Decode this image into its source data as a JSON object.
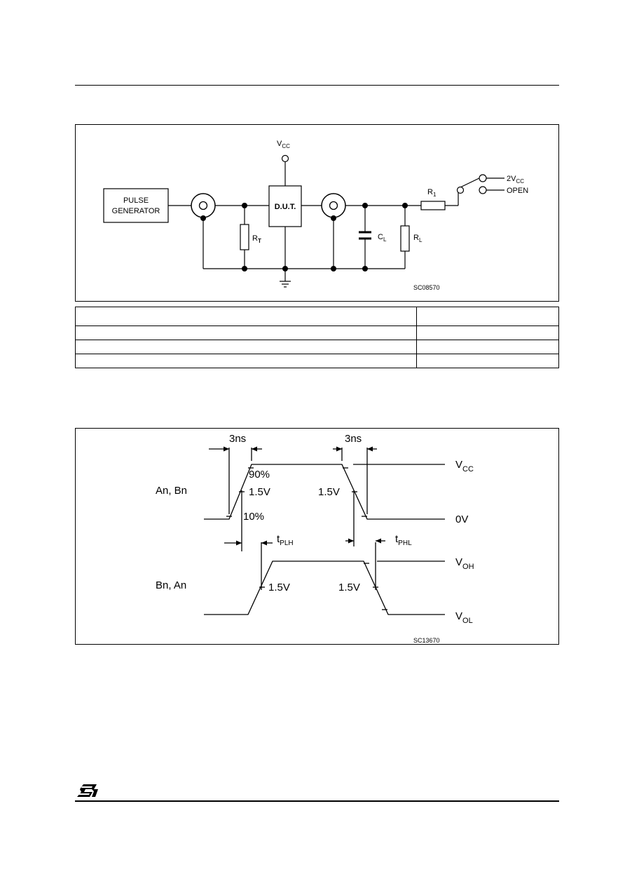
{
  "circuit": {
    "pulse_generator": [
      "PULSE",
      "GENERATOR"
    ],
    "dut": "D.U.T.",
    "vcc": {
      "main": "V",
      "sub": "CC"
    },
    "rt": {
      "main": "R",
      "sub": "T"
    },
    "cl": {
      "main": "C",
      "sub": "L"
    },
    "rl": {
      "main": "R",
      "sub": "L"
    },
    "r1": {
      "main": "R",
      "sub": "1"
    },
    "switch_2vcc": {
      "main": "2V",
      "sub": "CC"
    },
    "switch_open": "OPEN",
    "figure_code": "SC08570"
  },
  "conditions_table": {
    "rows": [
      [
        "",
        ""
      ],
      [
        "",
        ""
      ],
      [
        "",
        ""
      ],
      [
        "",
        ""
      ]
    ]
  },
  "waveform": {
    "input_label": "An, Bn",
    "output_label": "Bn, An",
    "rise_time": "3ns",
    "fall_time": "3ns",
    "pct_90": "90%",
    "pct_10": "10%",
    "v_15_in_rise": "1.5V",
    "v_15_in_fall": "1.5V",
    "v_15_out_rise": "1.5V",
    "v_15_out_fall": "1.5V",
    "vcc": {
      "main": "V",
      "sub": "CC"
    },
    "zero_v": "0V",
    "voh": {
      "main": "V",
      "sub": "OH"
    },
    "vol": {
      "main": "V",
      "sub": "OL"
    },
    "tplh": {
      "main": "t",
      "sub": "PLH"
    },
    "tphl": {
      "main": "t",
      "sub": "PHL"
    },
    "figure_code": "SC13670"
  },
  "logo": {
    "text": "ST"
  }
}
